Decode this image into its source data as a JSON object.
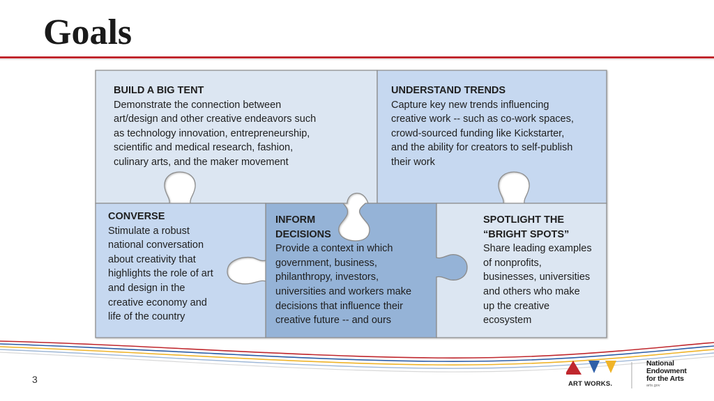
{
  "slide": {
    "title": "Goals",
    "page_number": "3"
  },
  "colors": {
    "accent_red": "#c0272d",
    "piece_light": "#dce6f2",
    "piece_mid": "#c6d8f0",
    "piece_dark": "#95b3d7",
    "piece_outline": "#8c8c8c"
  },
  "pieces": [
    {
      "heading": "BUILD A BIG TENT",
      "lines": [
        "Demonstrate the connection between",
        "art/design and other creative endeavors such",
        "as technology innovation, entrepreneurship,",
        "scientific and medical research, fashion,",
        "culinary arts, and the maker movement"
      ]
    },
    {
      "heading": "UNDERSTAND TRENDS",
      "lines": [
        "Capture key new trends influencing",
        "creative work -- such as co-work spaces,",
        "crowd-sourced funding like Kickstarter,",
        "and the ability for creators to self-publish",
        "their work"
      ]
    },
    {
      "heading": "CONVERSE",
      "lines": [
        "Stimulate a  robust",
        "national conversation",
        "about creativity that",
        "highlights the role of art",
        "and design in the",
        "creative economy and",
        "life of the country"
      ]
    },
    {
      "heading_lines": [
        "INFORM",
        "DECISIONS"
      ],
      "lines": [
        "Provide a context in which",
        "government, business,",
        "philanthropy, investors,",
        "universities and workers make",
        "decisions that influence their",
        "creative  future -- and ours"
      ]
    },
    {
      "heading_lines": [
        "SPOTLIGHT THE",
        "“BRIGHT SPOTS”"
      ],
      "lines": [
        "Share  leading examples",
        "of nonprofits,",
        "businesses, universities",
        "and others who make",
        "up the creative",
        "ecosystem"
      ]
    }
  ],
  "logo": {
    "tagline": "ART WORKS.",
    "org_lines": [
      "National",
      "Endowment",
      "for the Arts"
    ],
    "url": "arts.gov"
  }
}
